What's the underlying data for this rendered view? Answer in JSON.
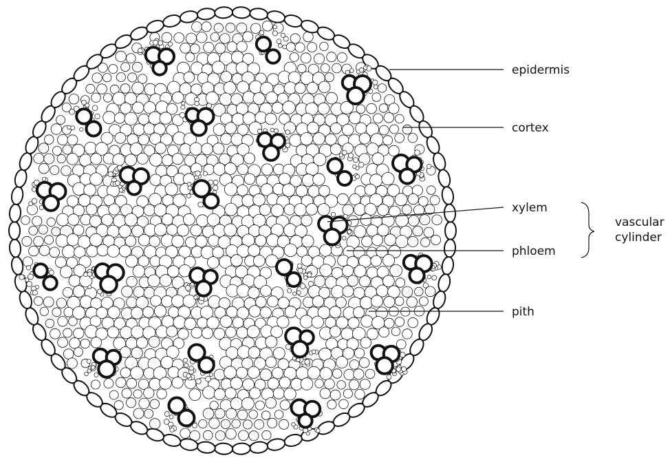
{
  "labels": {
    "epidermis": "epidermis",
    "cortex": "cortex",
    "xylem": "xylem",
    "phloem": "phloem",
    "pith": "pith",
    "vascular_line1": "vascular",
    "vascular_line2": "cylinder"
  },
  "colors": {
    "ink": "#111111",
    "background": "#ffffff",
    "cell_fill": "#ffffff"
  }
}
